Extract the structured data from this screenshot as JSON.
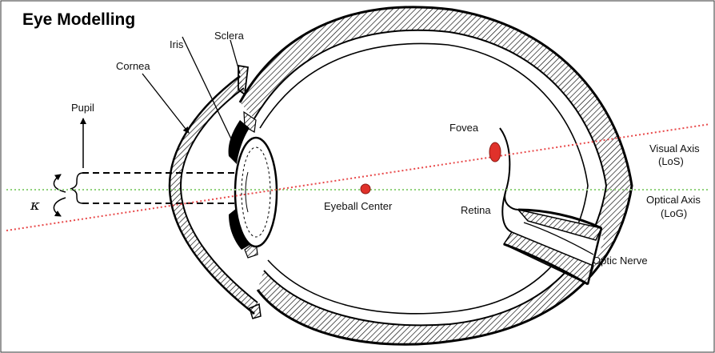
{
  "title": "Eye Modelling",
  "labels": {
    "iris": "Iris",
    "sclera": "Sclera",
    "cornea": "Cornea",
    "pupil": "Pupil",
    "fovea": "Fovea",
    "visual_axis_line1": "Visual Axis",
    "visual_axis_line2": "(LoS)",
    "optical_axis_line1": "Optical Axis",
    "optical_axis_line2": "(LoG)",
    "eyeball_center": "Eyeball Center",
    "retina": "Retina",
    "optic_nerve": "Optic Nerve",
    "kappa": "κ"
  },
  "colors": {
    "visual_axis": "#e8494a",
    "optical_axis": "#8fd17a",
    "marker_fill": "#e0312a",
    "marker_stroke": "#8b1a14",
    "ink": "#000000"
  }
}
